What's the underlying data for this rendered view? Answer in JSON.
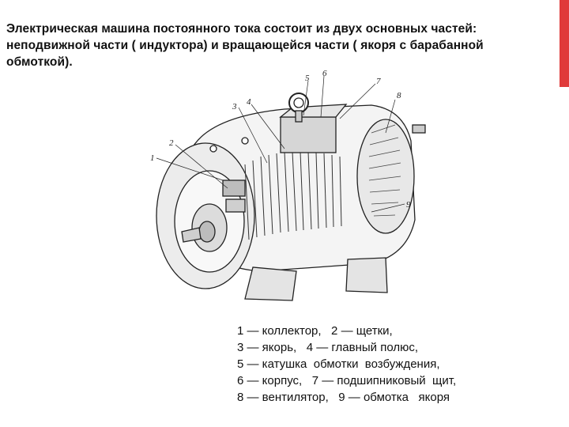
{
  "intro": {
    "line1": "Электрическая  машина  постоянного  тока состоит из двух основных частей:",
    "line2": "неподвижной части ( индуктора) и вращающейся части ( якоря с барабанной",
    "line3": "обмоткой)."
  },
  "figure": {
    "callouts": [
      "1",
      "2",
      "3",
      "4",
      "5",
      "6",
      "7",
      "8",
      "9"
    ]
  },
  "legend": {
    "line1": "1 — коллектор,   2 — щетки,",
    "line2": "3 — якорь,   4 — главный полюс,",
    "line3": "5 — катушка  обмотки  возбуждения,",
    "line4": "6 — корпус,   7 — подшипниковый  щит,",
    "line5": "8 — вентилятор,   9 — обмотка   якоря"
  },
  "colors": {
    "accent": "#e03a3a",
    "ink": "#222222"
  }
}
